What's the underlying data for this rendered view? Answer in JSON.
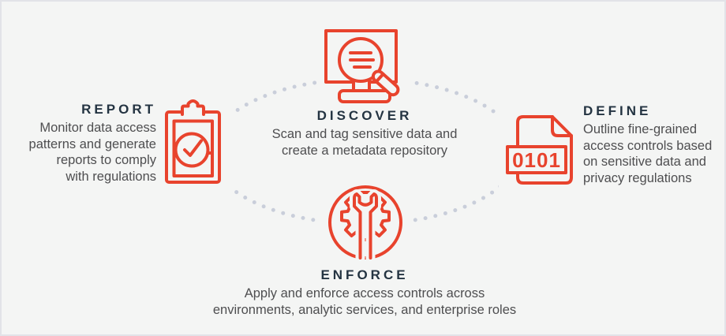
{
  "palette": {
    "accent": "#E8432D",
    "heading_text": "#243442",
    "body_text": "#4E4E50",
    "dotted_line": "#C9CEDA",
    "background": "#F4F5F4",
    "border": "#E2E3E8"
  },
  "stages": {
    "report": {
      "label": "REPORT",
      "lines": [
        "Monitor data access",
        "patterns and generate",
        "reports to comply",
        "with regulations"
      ],
      "icon": "clipboard-check-icon"
    },
    "discover": {
      "label": "DISCOVER",
      "lines": [
        "Scan and tag sensitive data and",
        "create a metadata repository"
      ],
      "icon": "document-magnifier-icon"
    },
    "define": {
      "label": "DEFINE",
      "lines": [
        "Outline fine-grained",
        "access controls based",
        "on sensitive data and",
        "privacy regulations"
      ],
      "icon": "binary-document-icon",
      "icon_text": "0101"
    },
    "enforce": {
      "label": "ENFORCE",
      "lines": [
        "Apply and enforce access controls across",
        "environments, analytic services, and enterprise roles"
      ],
      "icon": "gear-wrench-icon"
    }
  }
}
